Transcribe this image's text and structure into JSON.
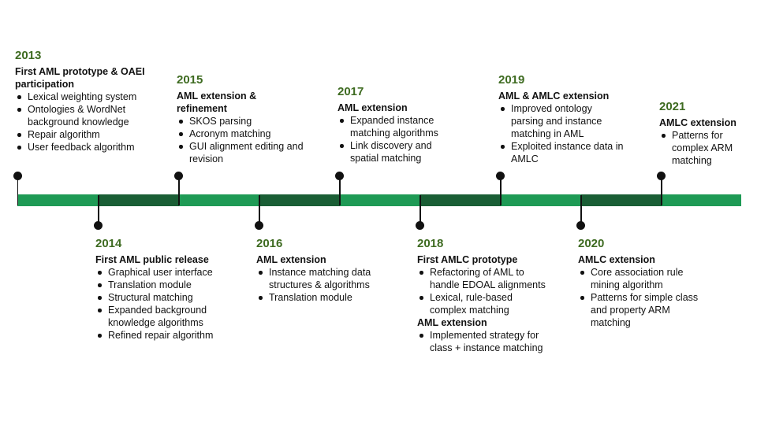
{
  "milestones": [
    {
      "year": "2013",
      "position": "above",
      "groups": [
        {
          "heading": "First AML prototype & OAEI participation",
          "items": [
            "Lexical weighting system",
            "Ontologies & WordNet background knowledge",
            "Repair algorithm",
            "User feedback algorithm"
          ]
        }
      ]
    },
    {
      "year": "2014",
      "position": "below",
      "groups": [
        {
          "heading": "First AML public release",
          "items": [
            "Graphical user interface",
            "Translation module",
            "Structural matching",
            "Expanded background knowledge algorithms",
            "Refined repair algorithm"
          ]
        }
      ]
    },
    {
      "year": "2015",
      "position": "above",
      "groups": [
        {
          "heading": "AML extension & refinement",
          "items": [
            "SKOS parsing",
            "Acronym matching",
            "GUI alignment editing and revision"
          ]
        }
      ]
    },
    {
      "year": "2016",
      "position": "below",
      "groups": [
        {
          "heading": "AML extension",
          "items": [
            "Instance matching data structures & algorithms",
            "Translation module"
          ]
        }
      ]
    },
    {
      "year": "2017",
      "position": "above",
      "groups": [
        {
          "heading": "AML extension",
          "items": [
            "Expanded instance matching algorithms",
            "Link discovery and spatial matching"
          ]
        }
      ]
    },
    {
      "year": "2018",
      "position": "below",
      "groups": [
        {
          "heading": "First AMLC prototype",
          "items": [
            "Refactoring of AML to handle EDOAL alignments",
            "Lexical, rule-based complex matching"
          ]
        },
        {
          "heading": "AML extension",
          "items": [
            "Implemented strategy for class + instance matching"
          ]
        }
      ]
    },
    {
      "year": "2019",
      "position": "above",
      "groups": [
        {
          "heading": "AML & AMLC extension",
          "items": [
            "Improved ontology parsing and instance matching in AML",
            "Exploited instance data in AMLC"
          ]
        }
      ]
    },
    {
      "year": "2020",
      "position": "below",
      "groups": [
        {
          "heading": "AMLC extension",
          "items": [
            "Core association rule mining algorithm",
            "Patterns for simple class and property ARM matching"
          ]
        }
      ]
    },
    {
      "year": "2021",
      "position": "above",
      "groups": [
        {
          "heading": "AMLC extension",
          "items": [
            "Patterns for complex ARM matching"
          ]
        }
      ]
    }
  ],
  "colors": {
    "year": "#3e6b21",
    "bar_light": "#1e9a55",
    "bar_dark": "#1a5e35",
    "marker": "#111111"
  }
}
